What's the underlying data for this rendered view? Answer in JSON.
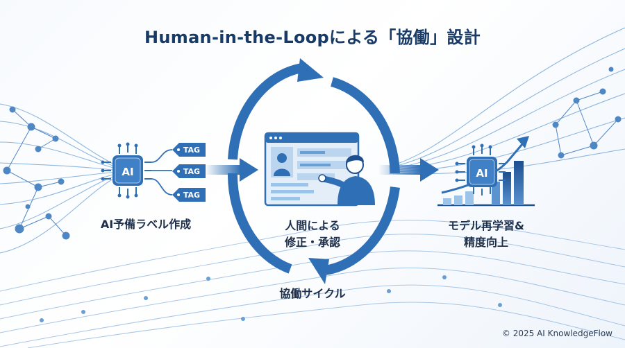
{
  "title": "Human-in-the-Loopによる「協働」設計",
  "left": {
    "ai_badge": "AI",
    "tags": [
      "TAG",
      "TAG",
      "TAG"
    ],
    "label": "AI予備ラベル作成"
  },
  "center": {
    "label_line1": "人間による",
    "label_line2": "修正・承認",
    "cycle_label": "協働サイクル"
  },
  "right": {
    "ai_badge": "AI",
    "label_line1": "モデル再学習&",
    "label_line2": "精度向上"
  },
  "footer": "© 2025 AI KnowledgeFlow",
  "colors": {
    "primary": "#2f6fb5",
    "dark": "#1d4f8f",
    "light": "#9cc3e8"
  }
}
